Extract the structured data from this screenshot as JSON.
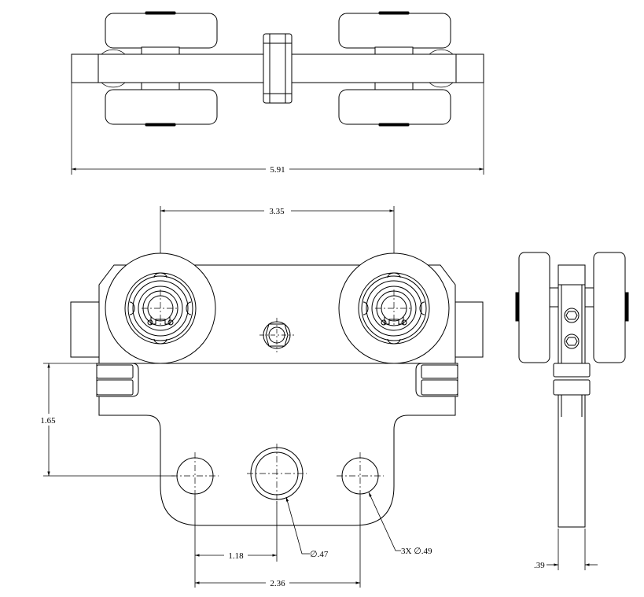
{
  "dimensions": {
    "overall_width": "5.91",
    "wheel_spacing": "3.35",
    "height": "1.65",
    "hole_offset": "1.18",
    "hole_spacing": "2.36",
    "center_hole_dia": "∅.47",
    "side_holes_dia": "3X ∅.49",
    "plate_thickness": ".39"
  }
}
